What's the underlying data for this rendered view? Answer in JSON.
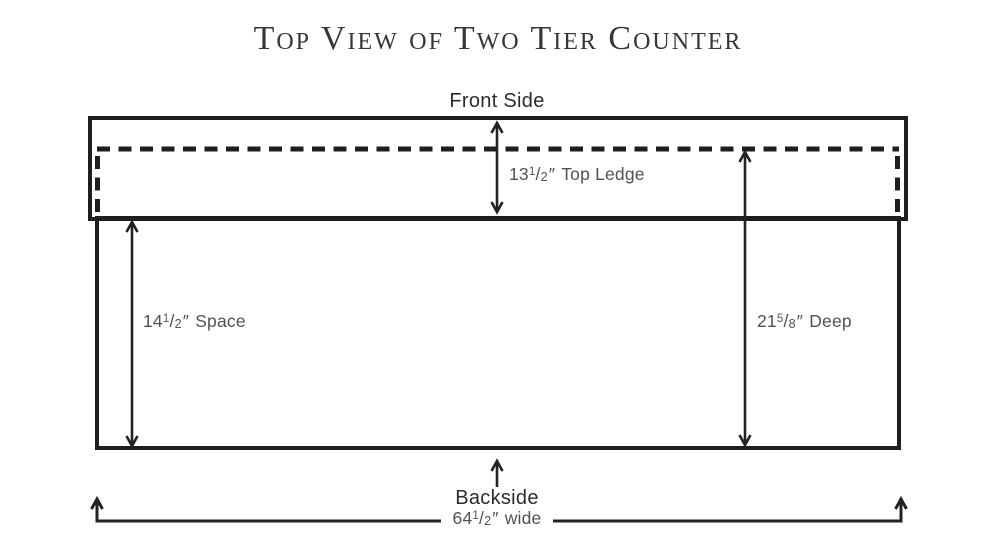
{
  "title": "Top View of Two Tier Counter",
  "diagram": {
    "front_label": "Front Side",
    "back_label": "Backside",
    "dimensions": {
      "top_ledge": {
        "whole": "13",
        "numerator": "1",
        "slash": "/",
        "denominator": "2",
        "unit": "″",
        "text": "Top Ledge"
      },
      "space": {
        "whole": "14",
        "numerator": "1",
        "slash": "/",
        "denominator": "2",
        "unit": "″",
        "text": "Space"
      },
      "deep": {
        "whole": "21",
        "numerator": "5",
        "slash": "/",
        "denominator": "8",
        "unit": "″",
        "text": "Deep"
      },
      "width": {
        "whole": "64",
        "numerator": "1",
        "slash": "/",
        "denominator": "2",
        "unit": "″",
        "text": "wide"
      }
    },
    "colors": {
      "line": "#1e1e1c",
      "arrow": "#232321",
      "dimension_text": "#515157",
      "side_label_text": "#2b2b31",
      "title_text": "#36363b",
      "background": "#ffffff"
    }
  }
}
